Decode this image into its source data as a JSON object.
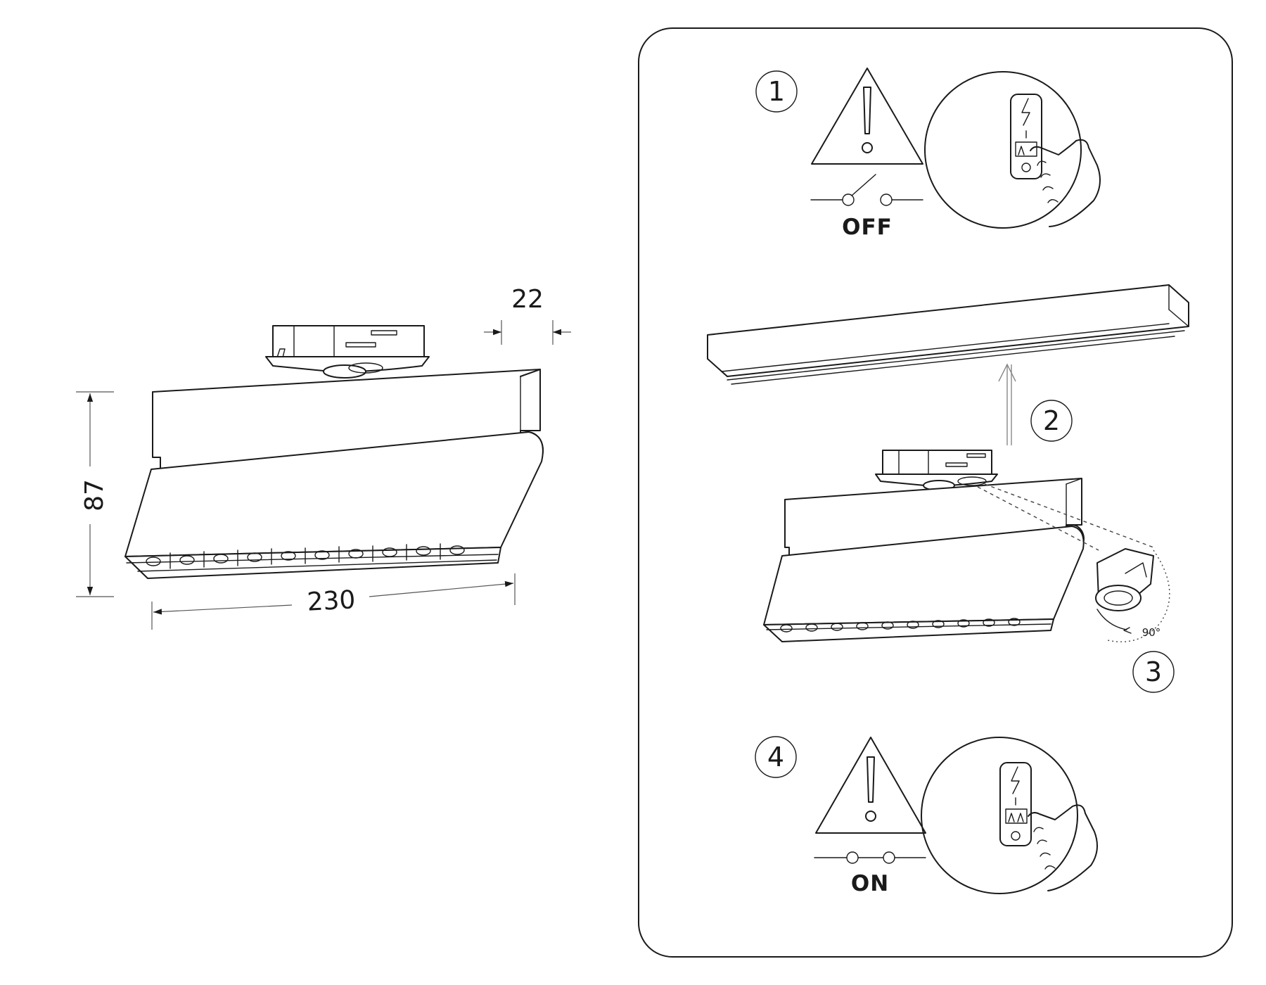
{
  "dimensions": {
    "width": "230",
    "height": "87",
    "depth": "22"
  },
  "steps": [
    {
      "number": "1",
      "switch_label": "OFF"
    },
    {
      "number": "2"
    },
    {
      "number": "3",
      "rotation": "90°"
    },
    {
      "number": "4",
      "switch_label": "ON"
    }
  ]
}
